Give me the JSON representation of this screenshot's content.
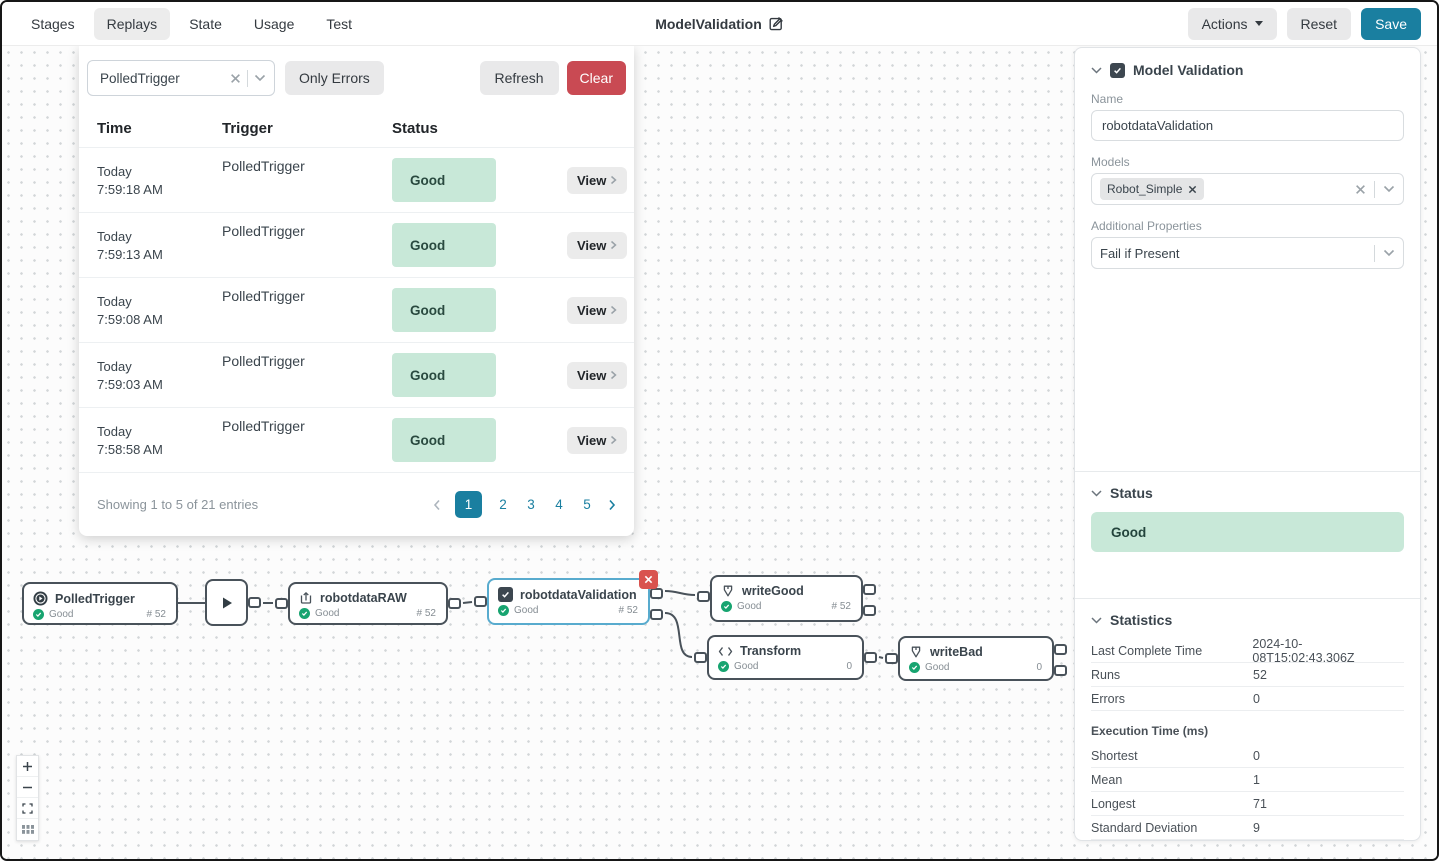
{
  "header": {
    "tabs": [
      {
        "label": "Stages"
      },
      {
        "label": "Replays"
      },
      {
        "label": "State"
      },
      {
        "label": "Usage"
      },
      {
        "label": "Test"
      }
    ],
    "active_tab": "Replays",
    "title": "ModelValidation",
    "actions_label": "Actions",
    "reset_label": "Reset",
    "save_label": "Save"
  },
  "replays": {
    "filter": {
      "value": "PolledTrigger"
    },
    "only_errors_label": "Only Errors",
    "refresh_label": "Refresh",
    "clear_label": "Clear",
    "columns": {
      "time": "Time",
      "trigger": "Trigger",
      "status": "Status"
    },
    "rows": [
      {
        "day": "Today",
        "time": "7:59:18 AM",
        "trigger": "PolledTrigger",
        "status": "Good",
        "view_label": "View"
      },
      {
        "day": "Today",
        "time": "7:59:13 AM",
        "trigger": "PolledTrigger",
        "status": "Good",
        "view_label": "View"
      },
      {
        "day": "Today",
        "time": "7:59:08 AM",
        "trigger": "PolledTrigger",
        "status": "Good",
        "view_label": "View"
      },
      {
        "day": "Today",
        "time": "7:59:03 AM",
        "trigger": "PolledTrigger",
        "status": "Good",
        "view_label": "View"
      },
      {
        "day": "Today",
        "time": "7:58:58 AM",
        "trigger": "PolledTrigger",
        "status": "Good",
        "view_label": "View"
      }
    ],
    "footer": {
      "summary": "Showing 1 to 5 of 21 entries",
      "pages": [
        "1",
        "2",
        "3",
        "4",
        "5"
      ],
      "active_page": "1"
    }
  },
  "pipeline": {
    "nodes": {
      "polledTrigger": {
        "label": "PolledTrigger",
        "status": "Good",
        "count": "# 52"
      },
      "robotdataRAW": {
        "label": "robotdataRAW",
        "status": "Good",
        "count": "# 52"
      },
      "robotdataValidation": {
        "label": "robotdataValidation",
        "status": "Good",
        "count": "# 52",
        "selected": true
      },
      "writeGood": {
        "label": "writeGood",
        "status": "Good",
        "count": "# 52"
      },
      "transform": {
        "label": "Transform",
        "status": "Good",
        "count": "0"
      },
      "writeBad": {
        "label": "writeBad",
        "status": "Good",
        "count": "0"
      }
    }
  },
  "inspector": {
    "title": "Model Validation",
    "name_label": "Name",
    "name_value": "robotdataValidation",
    "models_label": "Models",
    "models_tag": "Robot_Simple",
    "additional_properties_label": "Additional Properties",
    "additional_properties_value": "Fail if Present",
    "status_title": "Status",
    "status_value": "Good",
    "statistics_title": "Statistics",
    "stats": [
      {
        "label": "Last Complete Time",
        "value": "2024-10-08T15:02:43.306Z"
      },
      {
        "label": "Runs",
        "value": "52"
      },
      {
        "label": "Errors",
        "value": "0"
      }
    ],
    "execution_time_title": "Execution Time (ms)",
    "execution_stats": [
      {
        "label": "Shortest",
        "value": "0"
      },
      {
        "label": "Mean",
        "value": "1"
      },
      {
        "label": "Longest",
        "value": "71"
      },
      {
        "label": "Standard Deviation",
        "value": "9"
      }
    ]
  },
  "colors": {
    "accent_teal": "#1a7fa0",
    "danger_red": "#c94a53",
    "status_good_bg": "#c8e8d8",
    "status_good_text": "#29493f",
    "success_green": "#17a470",
    "node_border": "#49525a",
    "selected_node_border": "#58abce"
  }
}
